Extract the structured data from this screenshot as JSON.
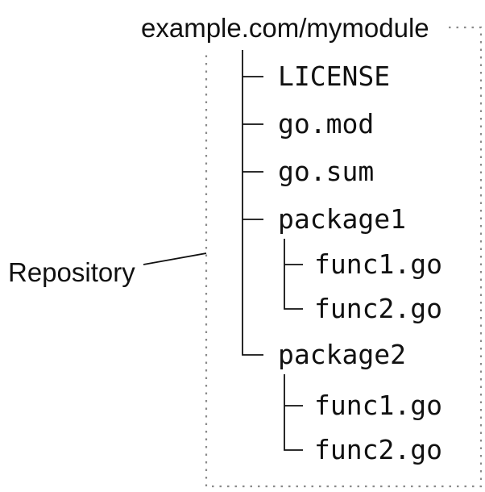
{
  "diagram": {
    "title": "example.com/mymodule",
    "annotation": {
      "label": "Repository"
    },
    "tree": {
      "items": [
        {
          "label": "LICENSE"
        },
        {
          "label": "go.mod"
        },
        {
          "label": "go.sum"
        },
        {
          "label": "package1",
          "children": [
            {
              "label": "func1.go"
            },
            {
              "label": "func2.go"
            }
          ]
        },
        {
          "label": "package2",
          "children": [
            {
              "label": "func1.go"
            },
            {
              "label": "func2.go"
            }
          ]
        }
      ]
    },
    "colors": {
      "text": "#111111",
      "tree_line": "#111111",
      "border_dots": "#8a8a8a",
      "background": "#ffffff"
    }
  }
}
